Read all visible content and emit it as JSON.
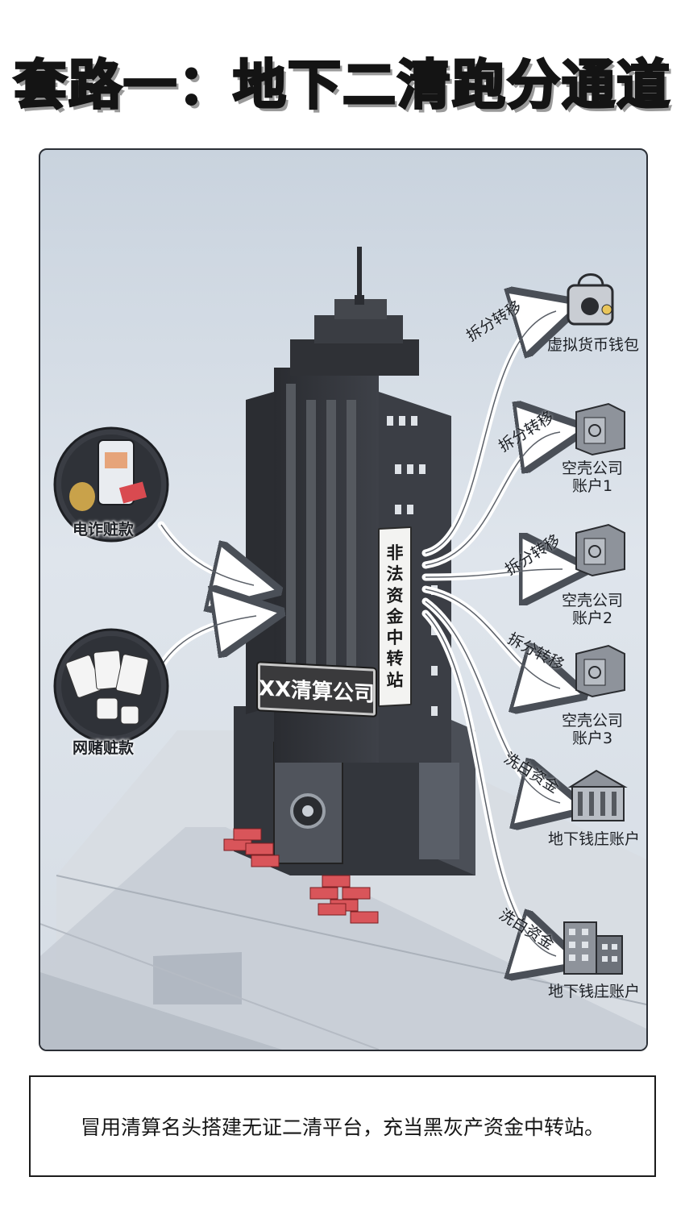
{
  "title": "套路一：地下二清跑分通道",
  "building": {
    "sign": "XX清算公司",
    "banner_chars": [
      "非",
      "法",
      "资",
      "金",
      "中",
      "转",
      "站"
    ]
  },
  "sources": [
    {
      "label": "电诈赃款",
      "icon": "phone-money-icon"
    },
    {
      "label": "网赌赃款",
      "icon": "cards-dice-icon"
    }
  ],
  "flows": [
    {
      "action": "拆分转移",
      "target": "虚拟货币钱包",
      "target_line2": "",
      "icon": "crypto-wallet-icon"
    },
    {
      "action": "拆分转移",
      "target": "空壳公司",
      "target_line2": "账户1",
      "icon": "safe-icon"
    },
    {
      "action": "拆分转移",
      "target": "空壳公司",
      "target_line2": "账户2",
      "icon": "safe-icon"
    },
    {
      "action": "拆分转移",
      "target": "空壳公司",
      "target_line2": "账户3",
      "icon": "safe-icon"
    },
    {
      "action": "洗白资金",
      "target": "地下钱庄账户",
      "target_line2": "",
      "icon": "bank-icon"
    },
    {
      "action": "洗白资金",
      "target": "地下钱庄账户",
      "target_line2": "",
      "icon": "office-building-icon"
    }
  ],
  "caption": "冒用清算名头搭建无证二清平台，充当黑灰产资金中转站。"
}
